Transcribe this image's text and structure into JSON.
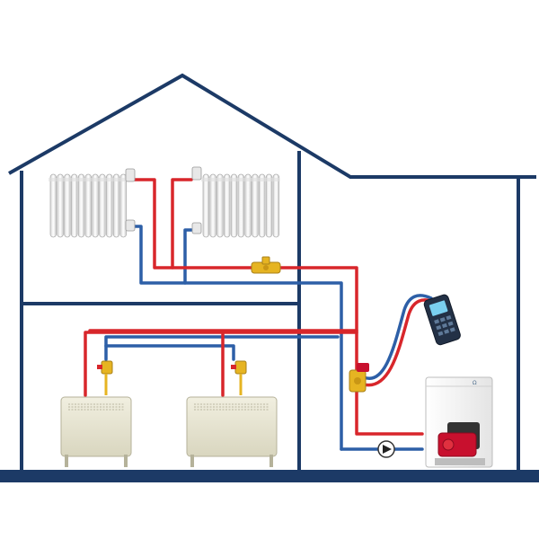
{
  "diagram": {
    "boiler_badge": "Ω",
    "colors": {
      "house_outline": "#1c3a66",
      "supply_pipe": "#d8262b",
      "return_pipe": "#2d5fa7",
      "radiator_white": "#f2f2f2",
      "convector_body": "#e9e6d2",
      "valve_brass": "#e6b422",
      "boiler_burner": "#c8102e",
      "meter_body": "#233146",
      "meter_screen": "#7ad0f0"
    },
    "components": [
      {
        "id": "radiator-left",
        "icon": "column-radiator"
      },
      {
        "id": "radiator-right",
        "icon": "column-radiator"
      },
      {
        "id": "convector-left",
        "icon": "panel-convector"
      },
      {
        "id": "convector-right",
        "icon": "panel-convector"
      },
      {
        "id": "boiler",
        "icon": "floor-boiler"
      },
      {
        "id": "circulation-pump",
        "icon": "pump"
      },
      {
        "id": "balancing-valve-attic",
        "icon": "valve"
      },
      {
        "id": "balancing-valve-main",
        "icon": "valve"
      },
      {
        "id": "flow-meter",
        "icon": "handheld-meter"
      }
    ]
  }
}
